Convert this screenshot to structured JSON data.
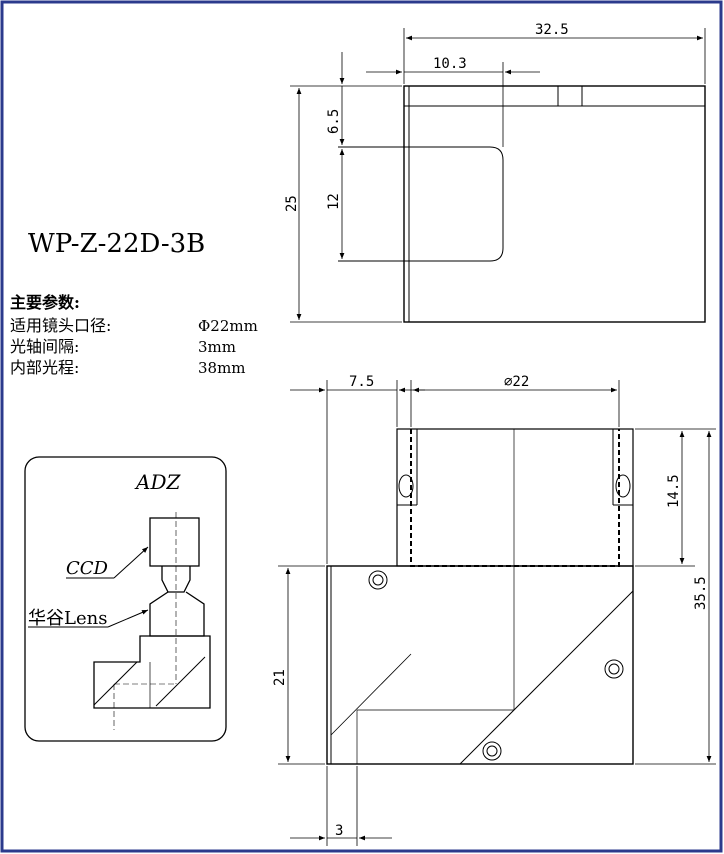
{
  "model": "WP-Z-22D-3B",
  "params": {
    "heading": "主要参数:",
    "rows": [
      {
        "label": "适用镜头口径:",
        "value": "Φ22mm"
      },
      {
        "label": "光轴间隔:",
        "value": "3mm"
      },
      {
        "label": "内部光程:",
        "value": "38mm"
      }
    ]
  },
  "inset": {
    "brand": "ADZ",
    "ccd": "CCD",
    "lens": "华谷Lens"
  },
  "dims": {
    "top_width": "32.5",
    "top_offset": "10.3",
    "top_h1": "6.5",
    "top_h2": "12",
    "top_total": "25",
    "bot_left": "7.5",
    "bot_dia": "∅22",
    "bot_upper": "14.5",
    "bot_total": "35.5",
    "bot_lower": "21",
    "bot_gap": "3"
  },
  "colors": {
    "border": "#2b3a8c",
    "line": "#000000"
  }
}
